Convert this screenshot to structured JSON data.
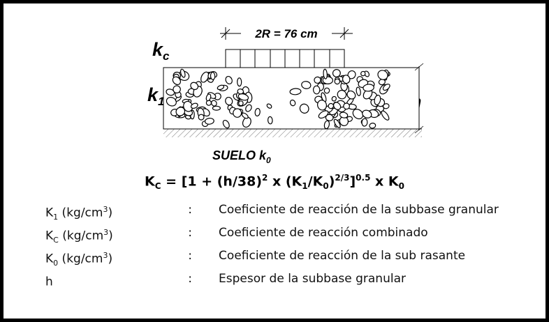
{
  "diagram": {
    "dimension_label": "2R  = 76 cm",
    "label_kc": "k",
    "label_kc_sub": "c",
    "label_k1": "k",
    "label_k1_sub": "1",
    "label_h": "h",
    "label_suelo": "SUELO k",
    "label_suelo_sub": "0"
  },
  "formula": {
    "k_c": "K",
    "k_c_sub": "C",
    "part1": " = [1 + (h/38)",
    "exp1": "2",
    "part2": " x (K",
    "k1_sub": "1",
    "part3": "/K",
    "k0_sub": "0",
    "part4": ")",
    "exp2": "2/3",
    "part5": "]",
    "exp3": "0.5",
    "part6": " x K",
    "k0_sub_end": "0"
  },
  "legend": [
    {
      "sym": "K",
      "sub": "1",
      "unit": " (kg/cm",
      "unit_exp": "3",
      "unit_end": ")",
      "colon": ":",
      "desc": "Coeficiente de reacción de la subbase granular"
    },
    {
      "sym": "K",
      "sub": "C",
      "unit": " (kg/cm",
      "unit_exp": "3",
      "unit_end": ")",
      "colon": ":",
      "desc": "Coeficiente de reacción combinado"
    },
    {
      "sym": "K",
      "sub": "0",
      "unit": " (kg/cm",
      "unit_exp": "3",
      "unit_end": ")",
      "colon": ":",
      "desc": "Coeficiente de reacción de la sub rasante"
    },
    {
      "sym": "h",
      "sub": "",
      "unit": "",
      "unit_exp": "",
      "unit_end": "",
      "colon": ":",
      "desc": "Espesor de la subbase granular"
    }
  ]
}
